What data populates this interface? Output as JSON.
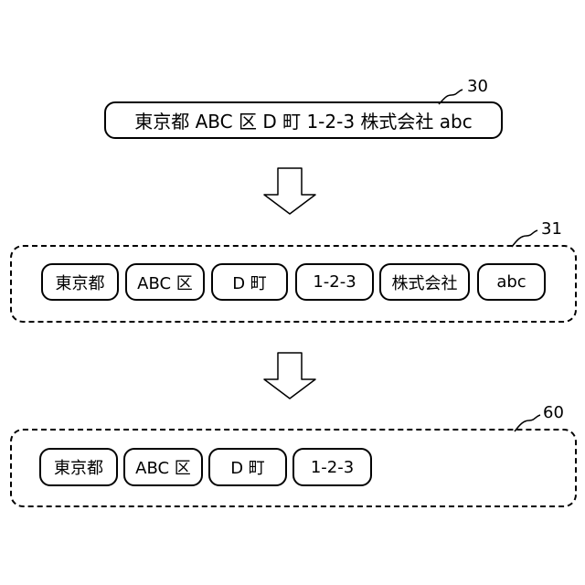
{
  "address_block": {
    "ref": "30",
    "text": "東京都 ABC 区 D 町 1-2-3  株式会社 abc"
  },
  "token_group": {
    "ref": "31",
    "tokens": [
      "東京都",
      "ABC 区",
      "D 町",
      "1-2-3",
      "株式会社",
      "abc"
    ]
  },
  "result_group": {
    "ref": "60",
    "tokens": [
      "東京都",
      "ABC 区",
      "D 町",
      "1-2-3"
    ]
  }
}
